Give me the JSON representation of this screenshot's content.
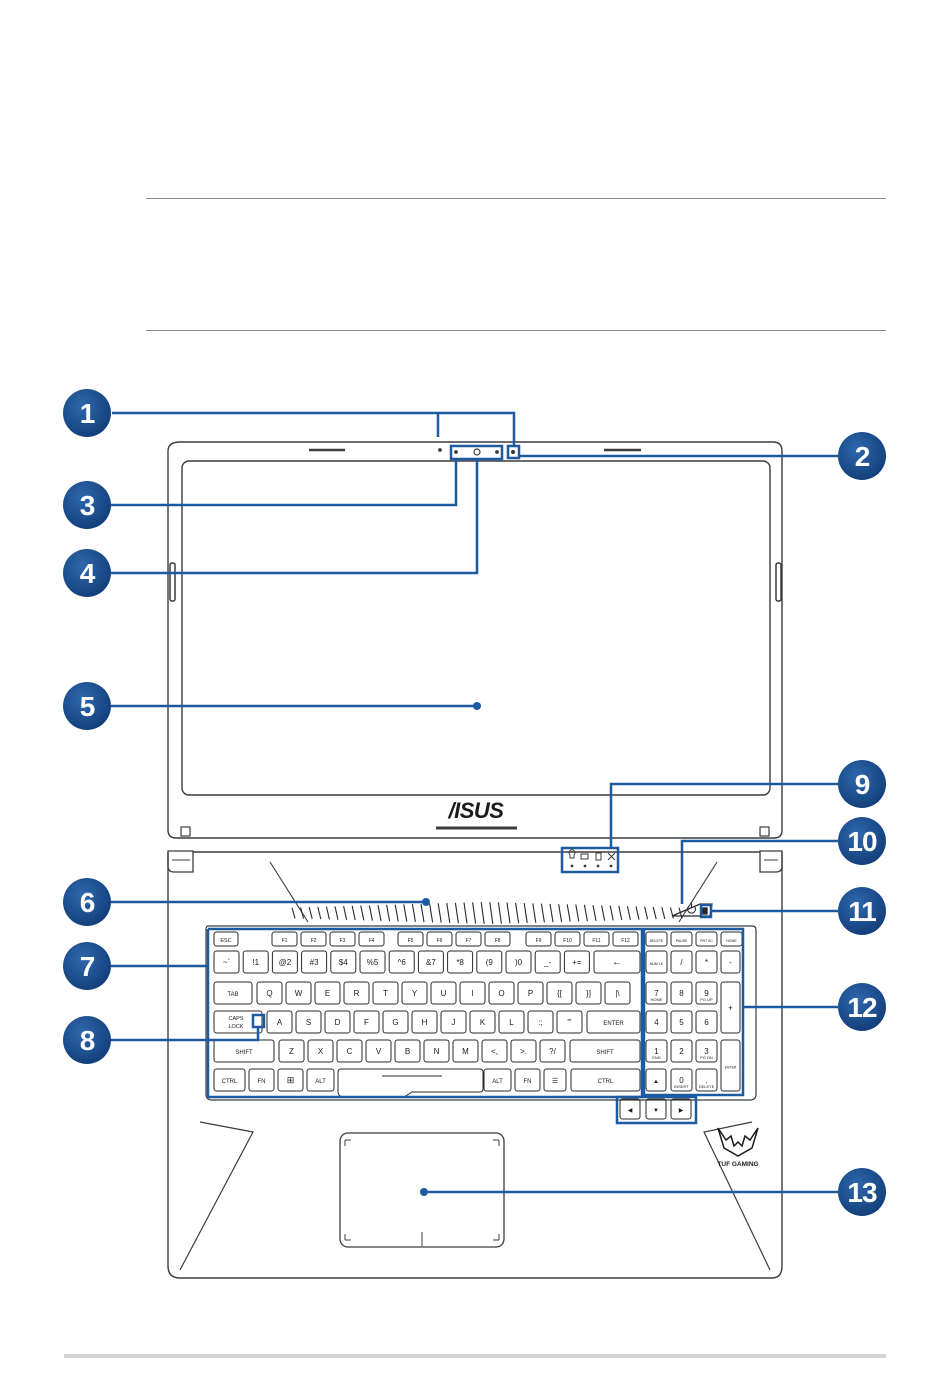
{
  "brand_logo": "/ISUS",
  "tuf_logo": "TUF GAMING",
  "callouts": [
    "1",
    "2",
    "3",
    "4",
    "5",
    "6",
    "7",
    "8",
    "9",
    "10",
    "11",
    "12",
    "13"
  ],
  "keys": {
    "esc": "ESC",
    "fn_row": [
      "F1",
      "F2",
      "F3",
      "F4",
      "F5",
      "F6",
      "F7",
      "F8",
      "F9",
      "F10",
      "F11",
      "F12"
    ],
    "num_row": [
      "~`",
      "!1",
      "@2",
      "#3",
      "$4",
      "%5",
      "^6",
      "&7",
      "*8",
      "(9",
      ")0",
      "_-",
      "+="
    ],
    "q_row": [
      "Q",
      "W",
      "E",
      "R",
      "T",
      "Y",
      "U",
      "I",
      "O",
      "P",
      "{[",
      "}]",
      "|\\"
    ],
    "a_row": [
      "A",
      "S",
      "D",
      "F",
      "G",
      "H",
      "J",
      "K",
      "L",
      ":;",
      "\"'"
    ],
    "z_row": [
      "Z",
      "X",
      "C",
      "V",
      "B",
      "N",
      "M",
      "<,",
      ">.",
      "?/"
    ],
    "tab": "TAB",
    "caps_line1": "CAPS",
    "caps_line2": "LOCK",
    "enter": "ENTER",
    "shift": "SHIFT",
    "ctrl": "CTRL",
    "fn": "FN",
    "alt": "ALT",
    "num_lock": "NUM LK",
    "nav_keys": [
      "DELETE",
      "PAUSE",
      "PRT SC",
      "HOME"
    ],
    "numpad_ops": [
      "/",
      "*",
      "-",
      "+"
    ],
    "numpad_digits": [
      "7",
      "8",
      "9",
      "4",
      "5",
      "6",
      "1",
      "2",
      "3",
      "0",
      "."
    ],
    "numpad_sub": [
      "HOME",
      "",
      "PG UP",
      "",
      "",
      "",
      "END",
      "",
      "PG DN",
      "INSERT",
      "DELETE"
    ],
    "numpad_enter": "ENTER"
  }
}
